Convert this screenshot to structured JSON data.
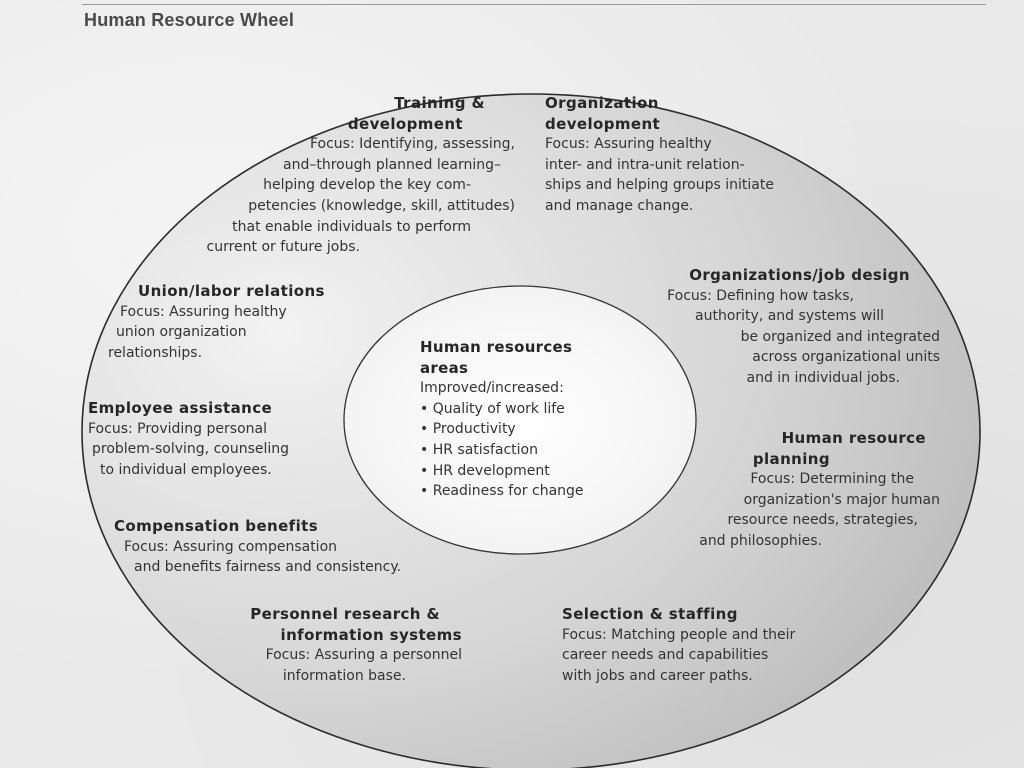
{
  "title": "Human Resource Wheel",
  "center": {
    "heading": [
      "Human resources",
      "areas"
    ],
    "intro": "Improved/increased:",
    "bullets": [
      "Quality of work life",
      "Productivity",
      "HR satisfaction",
      "HR development",
      "Readiness for change"
    ]
  },
  "segments": {
    "training": {
      "heading": [
        "Training &",
        "development"
      ],
      "lines": [
        "Focus: Identifying, assessing,",
        "and–through planned learning–",
        "helping develop the key com-",
        "petencies (knowledge, skill, attitudes)",
        "that enable individuals to perform",
        "current or future jobs."
      ]
    },
    "orgdev": {
      "heading": [
        "Organization",
        "development"
      ],
      "lines": [
        "Focus: Assuring healthy",
        "inter- and intra-unit relation-",
        "ships and helping groups initiate",
        "and manage change."
      ]
    },
    "orgjob": {
      "heading": [
        "Organizations/job design"
      ],
      "lines": [
        "Focus: Defining how tasks,",
        "authority, and systems will",
        "be organized and integrated",
        "across organizational units",
        "and in individual jobs."
      ]
    },
    "hrplanning": {
      "heading": [
        "Human resource",
        "planning"
      ],
      "lines": [
        "Focus: Determining the",
        "organization's major human",
        "resource needs, strategies,",
        "and philosophies."
      ]
    },
    "selection": {
      "heading": [
        "Selection & staffing"
      ],
      "lines": [
        "Focus: Matching people and their",
        "career needs and capabilities",
        "with jobs and career paths."
      ]
    },
    "personnel": {
      "heading": [
        "Personnel research &",
        "information systems"
      ],
      "lines": [
        "Focus: Assuring a personnel",
        "information base."
      ]
    },
    "compensation": {
      "heading": [
        "Compensation benefits"
      ],
      "lines": [
        "Focus: Assuring compensation",
        "and benefits fairness and consistency."
      ]
    },
    "employee": {
      "heading": [
        "Employee assistance"
      ],
      "lines": [
        "Focus: Providing personal",
        "problem-solving, counseling",
        "to individual employees."
      ]
    },
    "union": {
      "heading": [
        "Union/labor relations"
      ],
      "lines": [
        "Focus: Assuring healthy",
        "union organization",
        "relationships."
      ]
    }
  }
}
